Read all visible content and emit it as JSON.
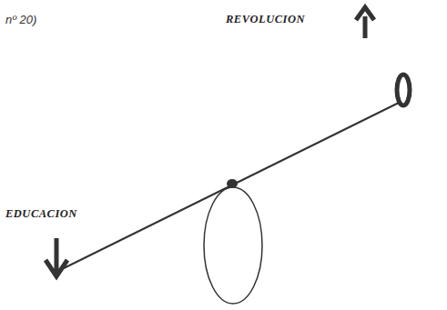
{
  "diagram": {
    "labels": [
      "nº 20)",
      "REVOLUCION",
      "EDUCACION"
    ]
  }
}
